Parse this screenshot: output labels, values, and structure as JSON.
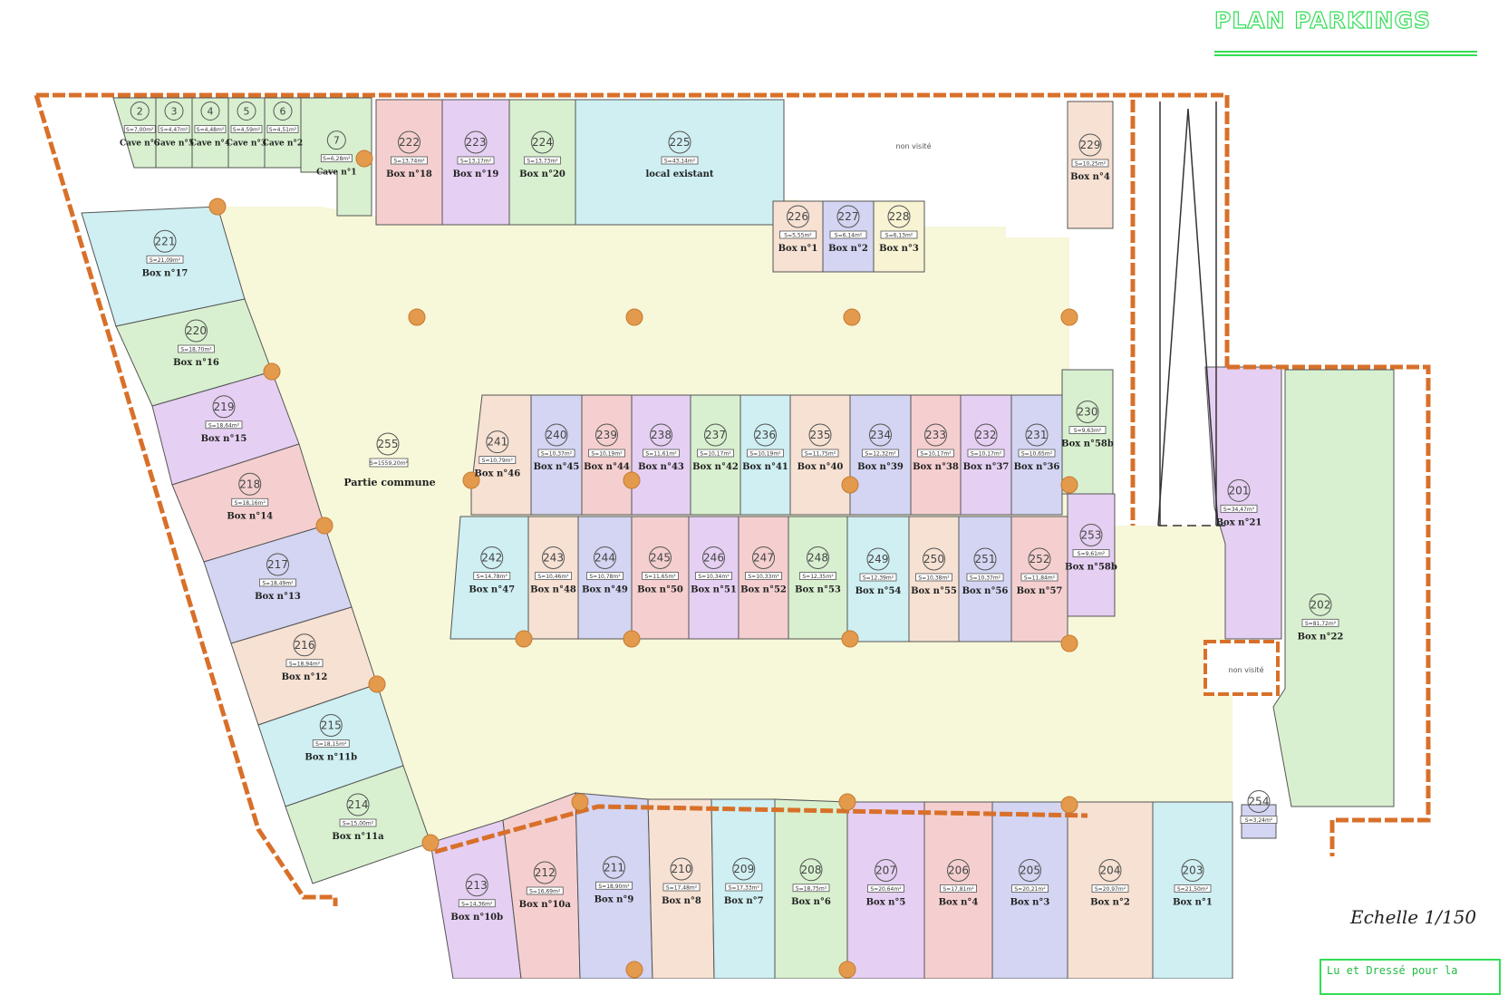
{
  "title": "PLAN PARKINGS",
  "scale": "Echelle 1/150",
  "stamp": "Lu et Dressé pour la",
  "common_area": {
    "number": "255",
    "name": "Partie commune",
    "surface": "S=1559,20m²"
  },
  "non_visite": "non visité",
  "lots": [
    {
      "id": "cave6",
      "kind": "cave",
      "number": "2",
      "name": "Cave n°6",
      "surface": "S=7,00m²",
      "color": "green"
    },
    {
      "id": "cave5",
      "kind": "cave",
      "number": "3",
      "name": "Cave n°5",
      "surface": "S=4,47m²",
      "color": "green"
    },
    {
      "id": "cave4",
      "kind": "cave",
      "number": "4",
      "name": "Cave n°4",
      "surface": "S=4,48m²",
      "color": "green"
    },
    {
      "id": "cave3",
      "kind": "cave",
      "number": "5",
      "name": "Cave n°3",
      "surface": "S=4,59m²",
      "color": "green"
    },
    {
      "id": "cave2",
      "kind": "cave",
      "number": "6",
      "name": "Cave n°2",
      "surface": "S=4,51m²",
      "color": "green"
    },
    {
      "id": "cave1",
      "kind": "cave",
      "number": "7",
      "name": "Cave n°1",
      "surface": "S=6,28m²",
      "color": "green"
    },
    {
      "id": "box18",
      "kind": "box",
      "number": "222",
      "name": "Box n°18",
      "surface": "S=13,74m²",
      "color": "pink"
    },
    {
      "id": "box19",
      "kind": "box",
      "number": "223",
      "name": "Box n°19",
      "surface": "S=13,17m²",
      "color": "violet"
    },
    {
      "id": "box20",
      "kind": "box",
      "number": "224",
      "name": "Box n°20",
      "surface": "S=13,73m²",
      "color": "green"
    },
    {
      "id": "local",
      "kind": "local",
      "number": "225",
      "name": "local existant",
      "surface": "S=43,14m²",
      "color": "cyan"
    },
    {
      "id": "box1",
      "kind": "box",
      "number": "226",
      "name": "Box n°1",
      "surface": "S=5,55m²",
      "color": "peach"
    },
    {
      "id": "box2",
      "kind": "box",
      "number": "227",
      "name": "Box n°2",
      "surface": "S=6,14m²",
      "color": "blue"
    },
    {
      "id": "box3",
      "kind": "box",
      "number": "228",
      "name": "Box n°3",
      "surface": "S=6,13m²",
      "color": "yellow"
    },
    {
      "id": "box4",
      "kind": "box",
      "number": "229",
      "name": "Box n°4",
      "surface": "S=10,25m²",
      "color": "peach"
    },
    {
      "id": "box17",
      "kind": "box",
      "number": "221",
      "name": "Box n°17",
      "surface": "S=21,09m²",
      "color": "cyan"
    },
    {
      "id": "box16",
      "kind": "box",
      "number": "220",
      "name": "Box n°16",
      "surface": "S=18,70m²",
      "color": "green"
    },
    {
      "id": "box15",
      "kind": "box",
      "number": "219",
      "name": "Box n°15",
      "surface": "S=18,64m²",
      "color": "violet"
    },
    {
      "id": "box14",
      "kind": "box",
      "number": "218",
      "name": "Box n°14",
      "surface": "S=18,16m²",
      "color": "pink"
    },
    {
      "id": "box13",
      "kind": "box",
      "number": "217",
      "name": "Box n°13",
      "surface": "S=18,49m²",
      "color": "blue"
    },
    {
      "id": "box12",
      "kind": "box",
      "number": "216",
      "name": "Box n°12",
      "surface": "S=18,94m²",
      "color": "peach"
    },
    {
      "id": "box11b",
      "kind": "box",
      "number": "215",
      "name": "Box n°11b",
      "surface": "S=18,15m²",
      "color": "cyan"
    },
    {
      "id": "box11a",
      "kind": "box",
      "number": "214",
      "name": "Box n°11a",
      "surface": "S=15,00m²",
      "color": "green"
    },
    {
      "id": "box46",
      "kind": "box",
      "number": "241",
      "name": "Box n°46",
      "surface": "S=10,79m²",
      "color": "peach"
    },
    {
      "id": "box45",
      "kind": "box",
      "number": "240",
      "name": "Box n°45",
      "surface": "S=10,37m²",
      "color": "blue"
    },
    {
      "id": "box44",
      "kind": "box",
      "number": "239",
      "name": "Box n°44",
      "surface": "S=10,19m²",
      "color": "pink"
    },
    {
      "id": "box43",
      "kind": "box",
      "number": "238",
      "name": "Box n°43",
      "surface": "S=11,61m²",
      "color": "violet"
    },
    {
      "id": "box42",
      "kind": "box",
      "number": "237",
      "name": "Box n°42",
      "surface": "S=10,17m²",
      "color": "green"
    },
    {
      "id": "box41",
      "kind": "box",
      "number": "236",
      "name": "Box n°41",
      "surface": "S=10,19m²",
      "color": "cyan"
    },
    {
      "id": "box40",
      "kind": "box",
      "number": "235",
      "name": "Box n°40",
      "surface": "S=11,75m²",
      "color": "peach"
    },
    {
      "id": "box39",
      "kind": "box",
      "number": "234",
      "name": "Box n°39",
      "surface": "S=12,32m²",
      "color": "blue"
    },
    {
      "id": "box38",
      "kind": "box",
      "number": "233",
      "name": "Box n°38",
      "surface": "S=10,17m²",
      "color": "pink"
    },
    {
      "id": "box37",
      "kind": "box",
      "number": "232",
      "name": "Box n°37",
      "surface": "S=10,17m²",
      "color": "violet"
    },
    {
      "id": "box36",
      "kind": "box",
      "number": "231",
      "name": "Box n°36",
      "surface": "S=10,65m²",
      "color": "blue"
    },
    {
      "id": "box58b",
      "kind": "box",
      "number": "230",
      "name": "Box n°58b",
      "surface": "S=9,63m²",
      "color": "green"
    },
    {
      "id": "box47",
      "kind": "box",
      "number": "242",
      "name": "Box n°47",
      "surface": "S=14,78m²",
      "color": "cyan"
    },
    {
      "id": "box48",
      "kind": "box",
      "number": "243",
      "name": "Box n°48",
      "surface": "S=10,46m²",
      "color": "peach"
    },
    {
      "id": "box49",
      "kind": "box",
      "number": "244",
      "name": "Box n°49",
      "surface": "S=10,78m²",
      "color": "blue"
    },
    {
      "id": "box50",
      "kind": "box",
      "number": "245",
      "name": "Box n°50",
      "surface": "S=11,65m²",
      "color": "pink"
    },
    {
      "id": "box51",
      "kind": "box",
      "number": "246",
      "name": "Box n°51",
      "surface": "S=10,34m²",
      "color": "violet"
    },
    {
      "id": "box52",
      "kind": "box",
      "number": "247",
      "name": "Box n°52",
      "surface": "S=10,33m²",
      "color": "pink"
    },
    {
      "id": "box53",
      "kind": "box",
      "number": "248",
      "name": "Box n°53",
      "surface": "S=12,35m²",
      "color": "green"
    },
    {
      "id": "box54",
      "kind": "box",
      "number": "249",
      "name": "Box n°54",
      "surface": "S=12,39m²",
      "color": "cyan"
    },
    {
      "id": "box55",
      "kind": "box",
      "number": "250",
      "name": "Box n°55",
      "surface": "S=10,38m²",
      "color": "peach"
    },
    {
      "id": "box56",
      "kind": "box",
      "number": "251",
      "name": "Box n°56",
      "surface": "S=10,37m²",
      "color": "blue"
    },
    {
      "id": "box57",
      "kind": "box",
      "number": "252",
      "name": "Box n°57",
      "surface": "S=11,84m²",
      "color": "pink"
    },
    {
      "id": "box58c",
      "kind": "box",
      "number": "253",
      "name": "Box n°58b",
      "surface": "S=9,61m²",
      "color": "violet"
    },
    {
      "id": "box21",
      "kind": "box",
      "number": "201",
      "name": "Box n°21",
      "surface": "S=34,47m²",
      "color": "violet"
    },
    {
      "id": "box22",
      "kind": "box",
      "number": "202",
      "name": "Box n°22",
      "surface": "S=81,72m²",
      "color": "green"
    },
    {
      "id": "box10b",
      "kind": "box",
      "number": "213",
      "name": "Box n°10b",
      "surface": "S=14,36m²",
      "color": "violet"
    },
    {
      "id": "box10a",
      "kind": "box",
      "number": "212",
      "name": "Box n°10a",
      "surface": "S=16,69m²",
      "color": "pink"
    },
    {
      "id": "box9",
      "kind": "box",
      "number": "211",
      "name": "Box n°9",
      "surface": "S=18,90m²",
      "color": "blue"
    },
    {
      "id": "box8",
      "kind": "box",
      "number": "210",
      "name": "Box n°8",
      "surface": "S=17,48m²",
      "color": "peach"
    },
    {
      "id": "box7",
      "kind": "box",
      "number": "209",
      "name": "Box n°7",
      "surface": "S=17,33m²",
      "color": "cyan"
    },
    {
      "id": "box6",
      "kind": "box",
      "number": "208",
      "name": "Box n°6",
      "surface": "S=18,75m²",
      "color": "green"
    },
    {
      "id": "boxR5",
      "kind": "box",
      "number": "207",
      "name": "Box n°5",
      "surface": "S=20,64m²",
      "color": "violet"
    },
    {
      "id": "boxR4",
      "kind": "box",
      "number": "206",
      "name": "Box n°4",
      "surface": "S=17,81m²",
      "color": "pink"
    },
    {
      "id": "boxR3",
      "kind": "box",
      "number": "205",
      "name": "Box n°3",
      "surface": "S=20,21m²",
      "color": "blue"
    },
    {
      "id": "boxR2",
      "kind": "box",
      "number": "204",
      "name": "Box n°2",
      "surface": "S=20,97m²",
      "color": "peach"
    },
    {
      "id": "boxR1",
      "kind": "box",
      "number": "203",
      "name": "Box n°1",
      "surface": "S=21,50m²",
      "color": "cyan"
    },
    {
      "id": "small254",
      "kind": "box",
      "number": "254",
      "name": "",
      "surface": "S=3,24m²",
      "color": "blue"
    }
  ],
  "colors": {
    "pink": "#f5cfcf",
    "violet": "#e5cff2",
    "green": "#d8f0cf",
    "cyan": "#cfeff2",
    "blue": "#d3d5f2",
    "peach": "#f6e1d3",
    "yellow": "#f7f3d3",
    "floor": "#f7f7d9",
    "wall": "#d8702a",
    "column": "#e39a4c"
  }
}
